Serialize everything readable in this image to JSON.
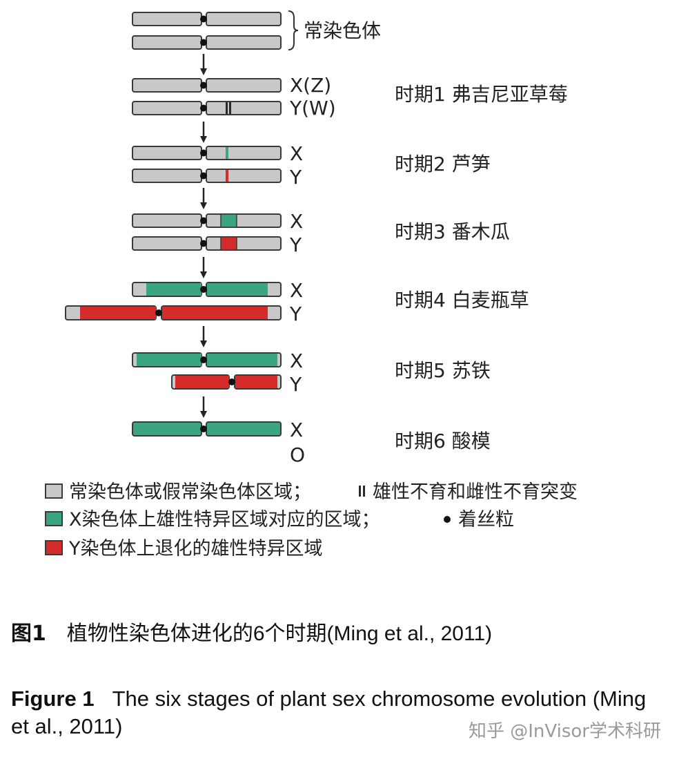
{
  "autosome_label": "常染色体",
  "stages": [
    {
      "label": "时期1 弗吉尼亚草莓",
      "top_label": "X(Z)",
      "bottom_label": "Y(W)"
    },
    {
      "label": "时期2 芦笋",
      "top_label": "X",
      "bottom_label": "Y"
    },
    {
      "label": "时期3 番木瓜",
      "top_label": "X",
      "bottom_label": "Y"
    },
    {
      "label": "时期4 白麦瓶草",
      "top_label": "X",
      "bottom_label": "Y"
    },
    {
      "label": "时期5 苏铁",
      "top_label": "X",
      "bottom_label": "Y"
    },
    {
      "label": "时期6 酸模",
      "top_label": "X",
      "bottom_label": "O"
    }
  ],
  "legend": [
    {
      "text": "常染色体或假常染色体区域；",
      "extra": "雄性不育和雌性不育突变",
      "color": "#c8c8c8"
    },
    {
      "text": "X染色体上雄性特异区域对应的区域；",
      "extra": "着丝粒",
      "color": "#3aa57f"
    },
    {
      "text": "Y染色体上退化的雄性特异区域",
      "color": "#d62b2b"
    }
  ],
  "colors": {
    "gray": "#c8c8c8",
    "green": "#3aa57f",
    "red": "#d62b2b",
    "outline": "#3a3a3a"
  },
  "caption_cn": {
    "label": "图1",
    "text": "植物性染色体进化的6个时期(Ming et al., 2011)"
  },
  "caption_en": {
    "label": "Figure 1",
    "text": "The six stages of plant sex chromosome evolution (Ming et al., 2011)"
  },
  "watermark": "知乎 @InVisor学术科研"
}
